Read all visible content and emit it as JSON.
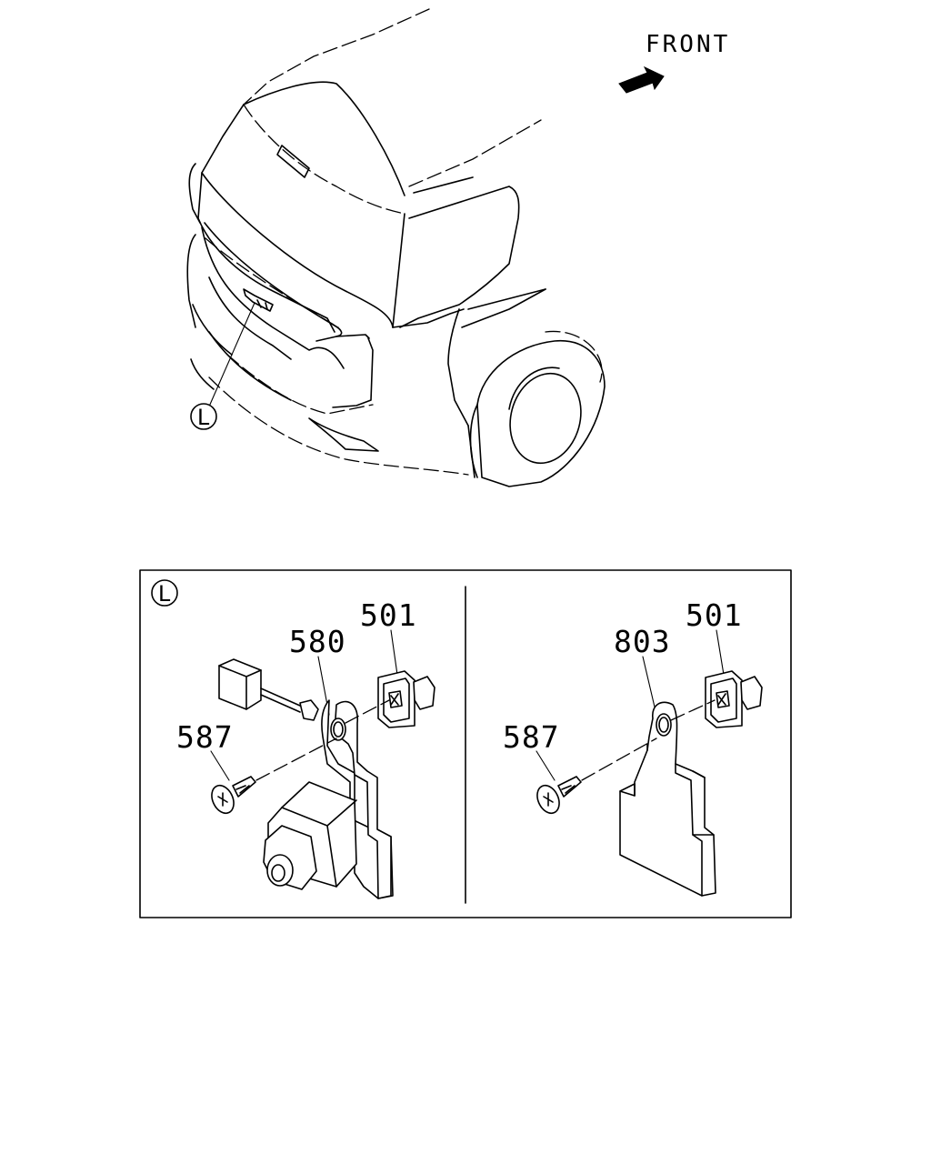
{
  "direction_label": "FRONT",
  "overview": {
    "detail_callout": "L"
  },
  "detail_panel": {
    "callout": "L",
    "left": {
      "part_numbers": [
        "501",
        "580",
        "587"
      ]
    },
    "right": {
      "part_numbers": [
        "501",
        "803",
        "587"
      ]
    }
  },
  "icons": {
    "direction": "front-arrow-icon",
    "screw": "screw-icon",
    "clip": "clip-icon",
    "camera": "rear-camera-icon",
    "bracket": "bracket-icon"
  }
}
